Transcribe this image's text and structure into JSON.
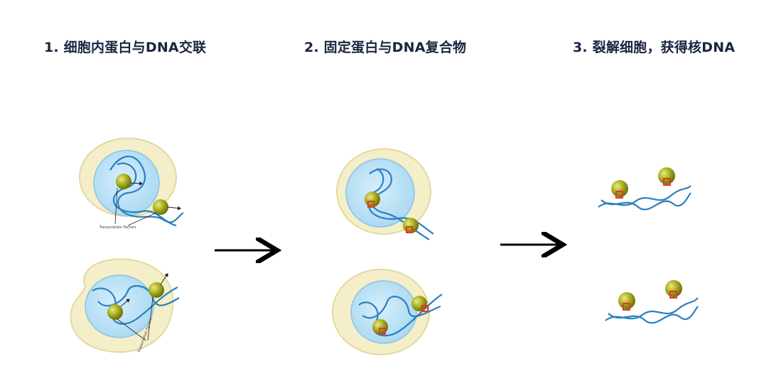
{
  "steps": [
    {
      "title": "1. 细胞内蛋白与DNA交联"
    },
    {
      "title": "2. 固定蛋白与DNA复合物"
    },
    {
      "title": "3. 裂解细胞，获得核DNA"
    }
  ],
  "annotations": {
    "label_top": "Transcription Factors",
    "label_bottom": "Transcription Factors"
  },
  "colors": {
    "cytoplasm": "#f4efc8",
    "cytoplasm_edge": "#e2d9a0",
    "nucleus": "#bfe3f6",
    "nucleus_edge": "#8cc3e4",
    "dna": "#2a7fc0",
    "protein": "#a8ad1c",
    "crosslink": "#e03a2a",
    "arrow": "#000000",
    "title": "#1a2540"
  }
}
